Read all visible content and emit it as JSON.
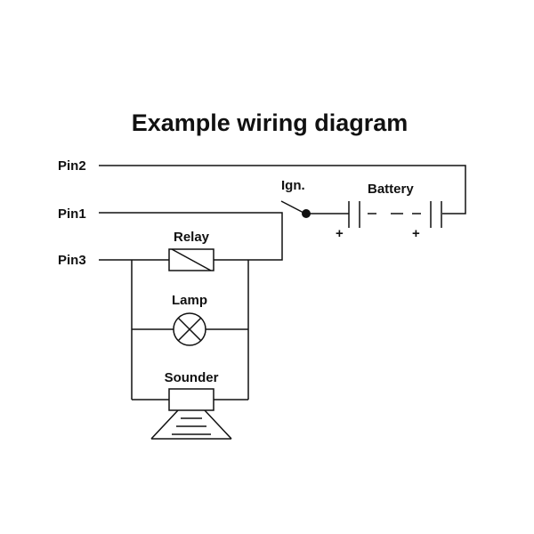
{
  "title": "Example wiring diagram",
  "pins": {
    "pin2": "Pin2",
    "pin1": "Pin1",
    "pin3": "Pin3"
  },
  "components": {
    "ignition": "Ign.",
    "battery": "Battery",
    "relay": "Relay",
    "lamp": "Lamp",
    "sounder": "Sounder"
  },
  "polarity": {
    "left_plus": "+",
    "right_plus": "+"
  }
}
